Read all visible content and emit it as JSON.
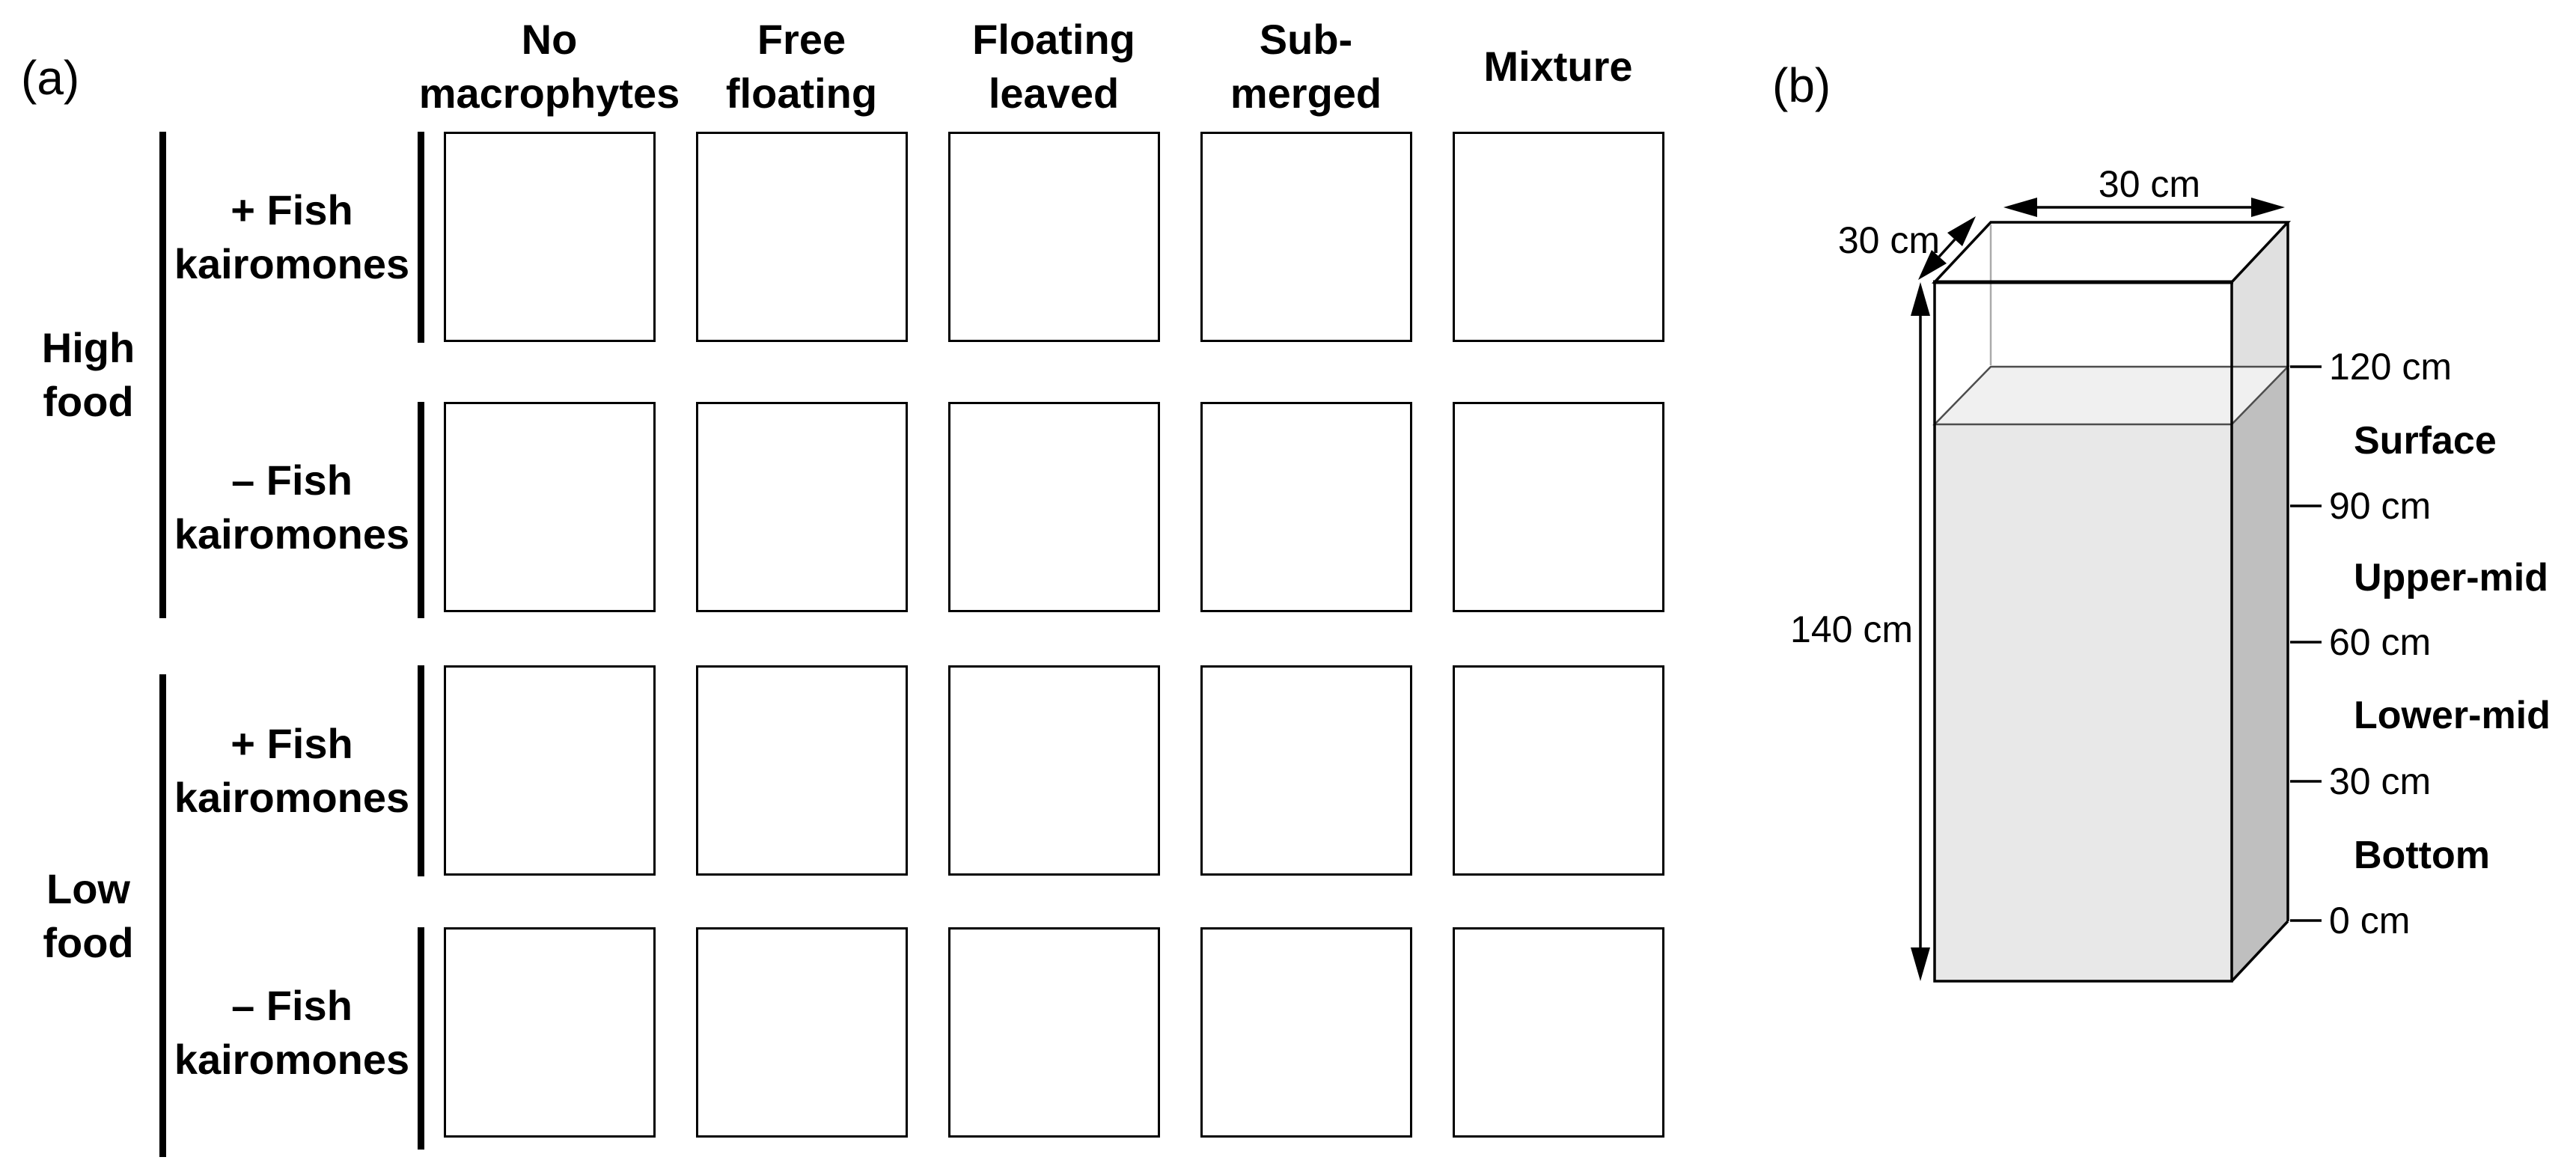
{
  "figure": {
    "panel_a": {
      "label": "(a)",
      "column_headers": [
        "No\nmacrophytes",
        "Free\nfloating",
        "Floating\nleaved",
        "Sub-\nmerged",
        "Mixture"
      ],
      "row_groups": [
        {
          "label": "High\nfood",
          "rows": [
            "+ Fish\nkairomones",
            "– Fish\nkairomones"
          ]
        },
        {
          "label": "Low\nfood",
          "rows": [
            "+ Fish\nkairomones",
            "– Fish\nkairomones"
          ]
        }
      ]
    },
    "panel_b": {
      "label": "(b)",
      "width_label": "30 cm",
      "depth_label": "30 cm",
      "height_label": "140 cm",
      "depth_ticks": [
        "120 cm",
        "90 cm",
        "60 cm",
        "30 cm",
        "0 cm"
      ],
      "zones": [
        "Surface",
        "Upper-mid",
        "Lower-mid",
        "Bottom"
      ],
      "colors": {
        "water_front": "#e8e8e8",
        "water_surface": "#f0f0f0",
        "side_above_water": "#e0e0e0",
        "side_below_water": "#bfbfbf",
        "outline": "#000000",
        "water_outline": "#4d4d4d"
      }
    }
  }
}
